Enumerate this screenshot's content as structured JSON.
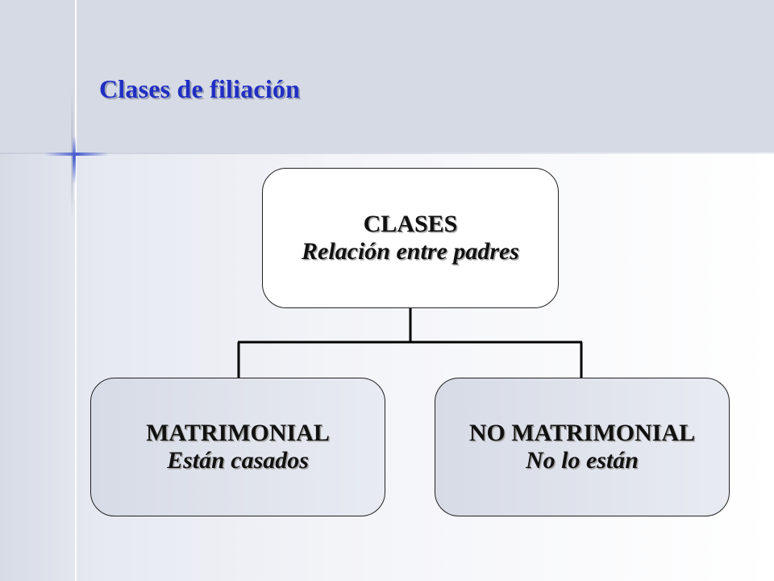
{
  "slide": {
    "title": "Clases de filiación"
  },
  "diagram": {
    "root": {
      "name": "CLASES",
      "description": "Relación entre padres"
    },
    "children": [
      {
        "name": "MATRIMONIAL",
        "description": "Están casados"
      },
      {
        "name": "NO MATRIMONIAL",
        "description": "No lo están"
      }
    ]
  },
  "colors": {
    "title": "#1f2ec2",
    "band": "#d6dae5",
    "text": "#111111"
  }
}
